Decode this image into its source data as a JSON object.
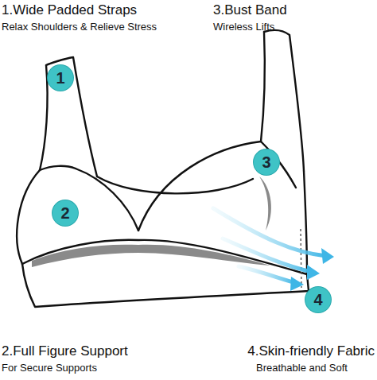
{
  "diagram": {
    "nodes": [
      {
        "text": [
          "1"
        ]
      },
      {
        "text": [
          "3"
        ]
      },
      {
        "text": [
          "2"
        ]
      },
      {
        "text": [
          "4"
        ]
      }
    ],
    "labels": [
      "1.Wide Padded Straps",
      "3.Bust Band",
      "Relax Shoulders & Relieve Stress",
      "Wireless Lifts",
      "2.Full Figure Support",
      "4.Skin-friendly Fabric",
      "For Secure Supports",
      "Breathable and Soft"
    ]
  }
}
